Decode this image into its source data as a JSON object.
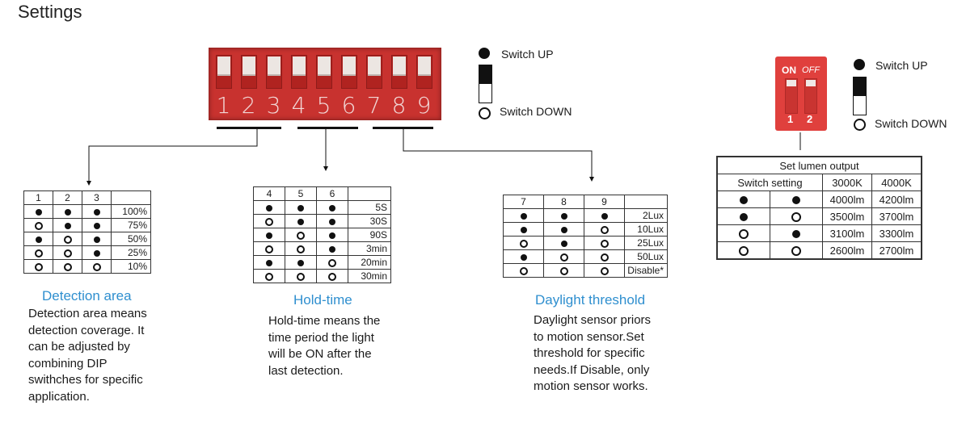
{
  "title": "Settings",
  "dip_switch": {
    "numbers": [
      "1",
      "2",
      "3",
      "4",
      "5",
      "6",
      "7",
      "8",
      "9"
    ]
  },
  "legend_main": {
    "up": "Switch UP",
    "down": "Switch DOWN"
  },
  "detection": {
    "headers": [
      "1",
      "2",
      "3",
      ""
    ],
    "rows": [
      {
        "s": [
          "on",
          "on",
          "on"
        ],
        "v": "100%"
      },
      {
        "s": [
          "off",
          "on",
          "on"
        ],
        "v": "75%"
      },
      {
        "s": [
          "on",
          "off",
          "on"
        ],
        "v": "50%"
      },
      {
        "s": [
          "off",
          "off",
          "on"
        ],
        "v": "25%"
      },
      {
        "s": [
          "off",
          "off",
          "off"
        ],
        "v": "10%"
      }
    ],
    "title": "Detection area",
    "desc": [
      "Detection area means",
      "detection coverage. It",
      "can be adjusted by",
      "combining DIP",
      "swithches for specific",
      "application."
    ]
  },
  "hold": {
    "headers": [
      "4",
      "5",
      "6",
      ""
    ],
    "rows": [
      {
        "s": [
          "on",
          "on",
          "on"
        ],
        "v": "5S"
      },
      {
        "s": [
          "off",
          "on",
          "on"
        ],
        "v": "30S"
      },
      {
        "s": [
          "on",
          "off",
          "on"
        ],
        "v": "90S"
      },
      {
        "s": [
          "off",
          "off",
          "on"
        ],
        "v": "3min"
      },
      {
        "s": [
          "on",
          "on",
          "off"
        ],
        "v": "20min"
      },
      {
        "s": [
          "off",
          "off",
          "off"
        ],
        "v": "30min"
      }
    ],
    "title": "Hold-time",
    "desc": [
      "Hold-time means the",
      "time period the light",
      "will be ON after the",
      "last detection."
    ]
  },
  "daylight": {
    "headers": [
      "7",
      "8",
      "9",
      ""
    ],
    "rows": [
      {
        "s": [
          "on",
          "on",
          "on"
        ],
        "v": "2Lux"
      },
      {
        "s": [
          "on",
          "on",
          "off"
        ],
        "v": "10Lux"
      },
      {
        "s": [
          "off",
          "on",
          "off"
        ],
        "v": "25Lux"
      },
      {
        "s": [
          "on",
          "off",
          "off"
        ],
        "v": "50Lux"
      },
      {
        "s": [
          "off",
          "off",
          "off"
        ],
        "v": "Disable*"
      }
    ],
    "title": "Daylight threshold",
    "desc": [
      "Daylight sensor priors",
      "to motion sensor.Set",
      "threshold for specific",
      "needs.If Disable, only",
      "motion sensor works."
    ]
  },
  "small_dip": {
    "on_label": "ON",
    "off_label": "OFF",
    "n1": "1",
    "n2": "2"
  },
  "legend_small": {
    "up": "Switch UP",
    "down": "Switch DOWN"
  },
  "lumen": {
    "caption": "Set lumen output",
    "headers": [
      "Switch setting",
      "3000K",
      "4000K"
    ],
    "rows": [
      {
        "s": [
          "on",
          "on"
        ],
        "a": "4000lm",
        "b": "4200lm"
      },
      {
        "s": [
          "on",
          "off"
        ],
        "a": "3500lm",
        "b": "3700lm"
      },
      {
        "s": [
          "off",
          "on"
        ],
        "a": "3100lm",
        "b": "3300lm"
      },
      {
        "s": [
          "off",
          "off"
        ],
        "a": "2600lm",
        "b": "2700lm"
      }
    ]
  }
}
